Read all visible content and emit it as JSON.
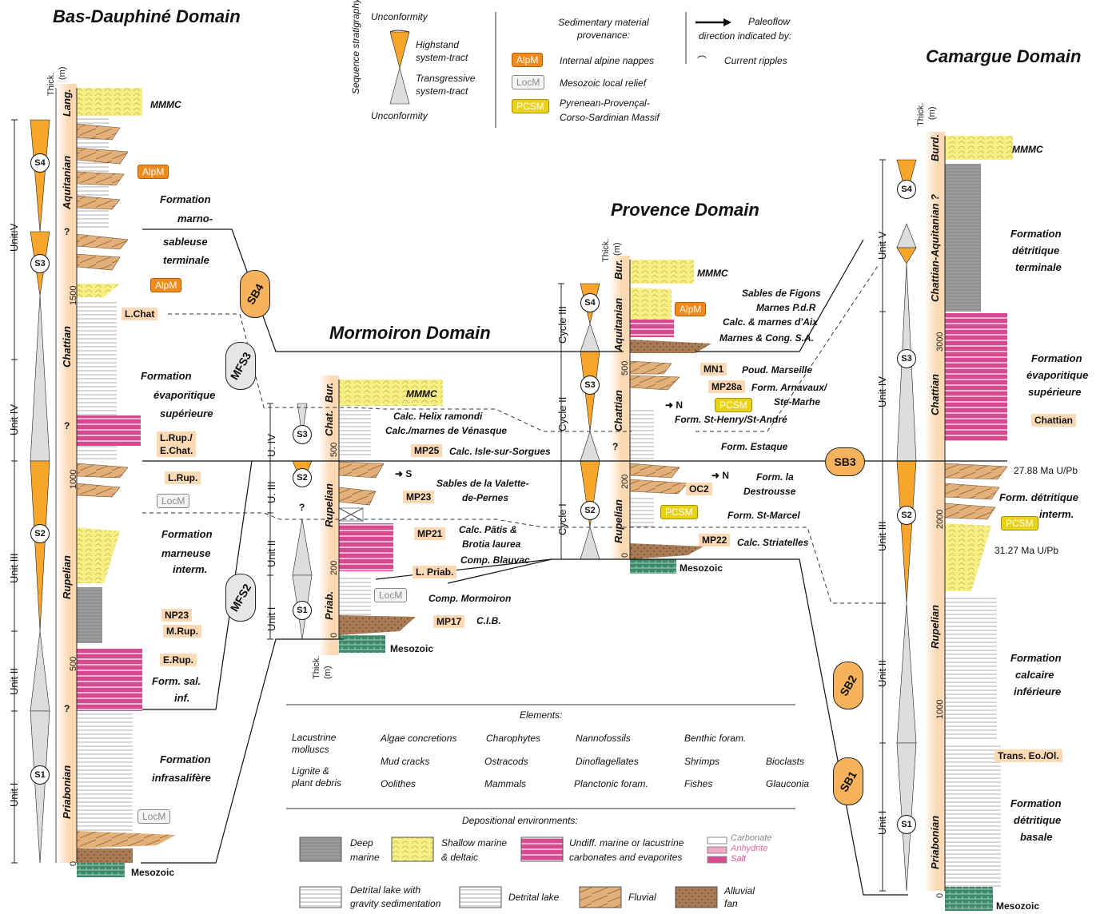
{
  "domains": {
    "bas_dauphine": "Bas-Dauphiné Domain",
    "mormoiron": "Mormoiron Domain",
    "provence": "Provence Domain",
    "camargue": "Camargue Domain"
  },
  "common": {
    "thick": "Thick.",
    "m": "(m)",
    "mmmc": "MMMC",
    "mesozoic": "Mesozoic",
    "question": "?"
  },
  "legend_top": {
    "unconformity": "Unconformity",
    "sequence_stratigraphy": "Sequence stratigraphy:",
    "highstand": "Highstand system-tract",
    "transgressive": "Transgressive system-tract",
    "provenance_title": "Sedimentary material provenance:",
    "alpm": "AlpM",
    "alpm_desc": "Internal alpine nappes",
    "locm": "LocM",
    "locm_desc": "Mesozoic local relief",
    "pcsm": "PCSM",
    "pcsm_desc_1": "Pyrenean-Provençal-",
    "pcsm_desc_2": "Corso-Sardinian Massif",
    "paleoflow_1": "Paleoflow",
    "paleoflow_2": "direction indicated by:",
    "current_ripples": "Current ripples"
  },
  "bas": {
    "ages": [
      "Lang.",
      "Aquitanian",
      "Chattian",
      "Rupelian",
      "Priabonian"
    ],
    "units": [
      "Unit V",
      "Unit IV",
      "Unit III",
      "Unit II",
      "Unit I"
    ],
    "seqs": [
      "S4",
      "S3",
      "S2",
      "S1"
    ],
    "ticks": [
      "1500",
      "1000",
      "500",
      "0"
    ],
    "formations": {
      "f1a": "Formation",
      "f1b": "marno-",
      "f1c": "sableuse",
      "f1d": "terminale",
      "f2a": "Formation",
      "f2b": "évaporitique",
      "f2c": "supérieure",
      "f3a": "Formation",
      "f3b": "marneuse",
      "f3c": "interm.",
      "f4a": "Form. sal.",
      "f4b": "inf.",
      "f5a": "Formation",
      "f5b": "infrasalifère"
    },
    "tags": [
      "L.Chat",
      "L.Rup./",
      "E.Chat.",
      "L.Rup.",
      "NP23",
      "M.Rup.",
      "E.Rup."
    ]
  },
  "morm": {
    "ages": [
      "Bur.",
      "Chat.",
      "Rupelian",
      "Priab."
    ],
    "units": [
      "U. IV",
      "U. III",
      "Unit II",
      "Unit I"
    ],
    "seqs": [
      "S3",
      "S2",
      "S1"
    ],
    "ticks": [
      "500",
      "200",
      "0"
    ],
    "formations": [
      "Calc. Helix ramondi",
      "Calc./marnes de Vénasque",
      "Calc. Isle-sur-Sorgues",
      "Sables de la Valette-",
      "de-Pernes",
      "Calc. Pâtis &",
      "Brotia laurea",
      "Comp. Blauvac",
      "Comp. Mormoiron",
      "C.I.B."
    ],
    "tags": [
      "MP25",
      "MP23",
      "MP21",
      "L. Priab.",
      "MP17"
    ],
    "flow": "S"
  },
  "prov": {
    "ages": [
      "Bur.",
      "Aquitanian",
      "Chattian",
      "Rupelian"
    ],
    "cycles": [
      "Cycle III",
      "Cycle II",
      "Cycle I"
    ],
    "seqs": [
      "S4",
      "S3",
      "S2"
    ],
    "ticks": [
      "500",
      "200",
      "0"
    ],
    "formations": [
      "Sables de Figons",
      "Marnes P.d.R",
      "Calc. & marnes d'Aix",
      "Marnes & Cong. S.A.",
      "Poud. Marseille",
      "Form. Arnavaux/",
      "Ste-Marhe",
      "Form. St-Henry/St-André",
      "Form. Estaque",
      "Form. la",
      "Destrousse",
      "Form. St-Marcel",
      "Calc. Striatelles"
    ],
    "tags": [
      "MN1",
      "MP28a",
      "OC2",
      "MP22"
    ],
    "flow": "N"
  },
  "cam": {
    "ages": [
      "Burd.",
      "Chattian-Aquitanian ?",
      "Chattian",
      "Rupelian",
      "Priabonian"
    ],
    "units": [
      "Unit V",
      "Unit IV",
      "Unit III",
      "Unit II",
      "Unit I"
    ],
    "seqs": [
      "S4",
      "S3",
      "S2",
      "S1"
    ],
    "ticks": [
      "3000",
      "2000",
      "1000",
      "0"
    ],
    "formations": {
      "f1a": "Formation",
      "f1b": "détritique",
      "f1c": "terminale",
      "f2a": "Formation",
      "f2b": "évaporitique",
      "f2c": "supérieure",
      "f3a": "Form. détritique",
      "f3b": "interm.",
      "f4a": "Formation",
      "f4b": "calcaire",
      "f4c": "inférieure",
      "f5a": "Formation",
      "f5b": "détritique",
      "f5c": "basale"
    },
    "tags": [
      "Chattian",
      "27.88 Ma U/Pb",
      "31.27 Ma U/Pb",
      "Trans. Eo./Ol."
    ]
  },
  "surfaces": [
    "SB4",
    "MFS3",
    "MFS2",
    "SB3",
    "SB2",
    "SB1"
  ],
  "elements": {
    "title": "Elements:",
    "items": [
      "Lacustrine molluscs",
      "Algae concretions",
      "Charophytes",
      "Nannofossils",
      "Benthic foram.",
      "Mud cracks",
      "Ostracods",
      "Dinoflagellates",
      "Shrimps",
      "Bioclasts",
      "Lignite & plant debris",
      "Oolithes",
      "Mammals",
      "Planctonic foram.",
      "Fishes",
      "Glauconia"
    ]
  },
  "environments": {
    "title": "Depositional environments:",
    "deep_marine_1": "Deep",
    "deep_marine_2": "marine",
    "shallow_1": "Shallow marine",
    "shallow_2": "& deltaic",
    "undiff_1": "Undiff. marine or lacustrine",
    "undiff_2": "carbonates and evaporites",
    "carbonate": "Carbonate",
    "anhydrite": "Anhydrite",
    "salt": "Salt",
    "gravity_1": "Detrital lake with",
    "gravity_2": "gravity sedimentation",
    "detrital_lake": "Detrital lake",
    "fluvial": "Fluvial",
    "alluvial_1": "Alluvial",
    "alluvial_2": "fan"
  },
  "colors": {
    "orange": "#f7a62b",
    "peach": "#fbd9b5",
    "pink": "#d84a8f",
    "yellow": "#f6ef86",
    "fluvial": "#e4b07a",
    "alluvial": "#a87b55",
    "grey": "#a0a0a0",
    "green": "#3d8a6b"
  }
}
